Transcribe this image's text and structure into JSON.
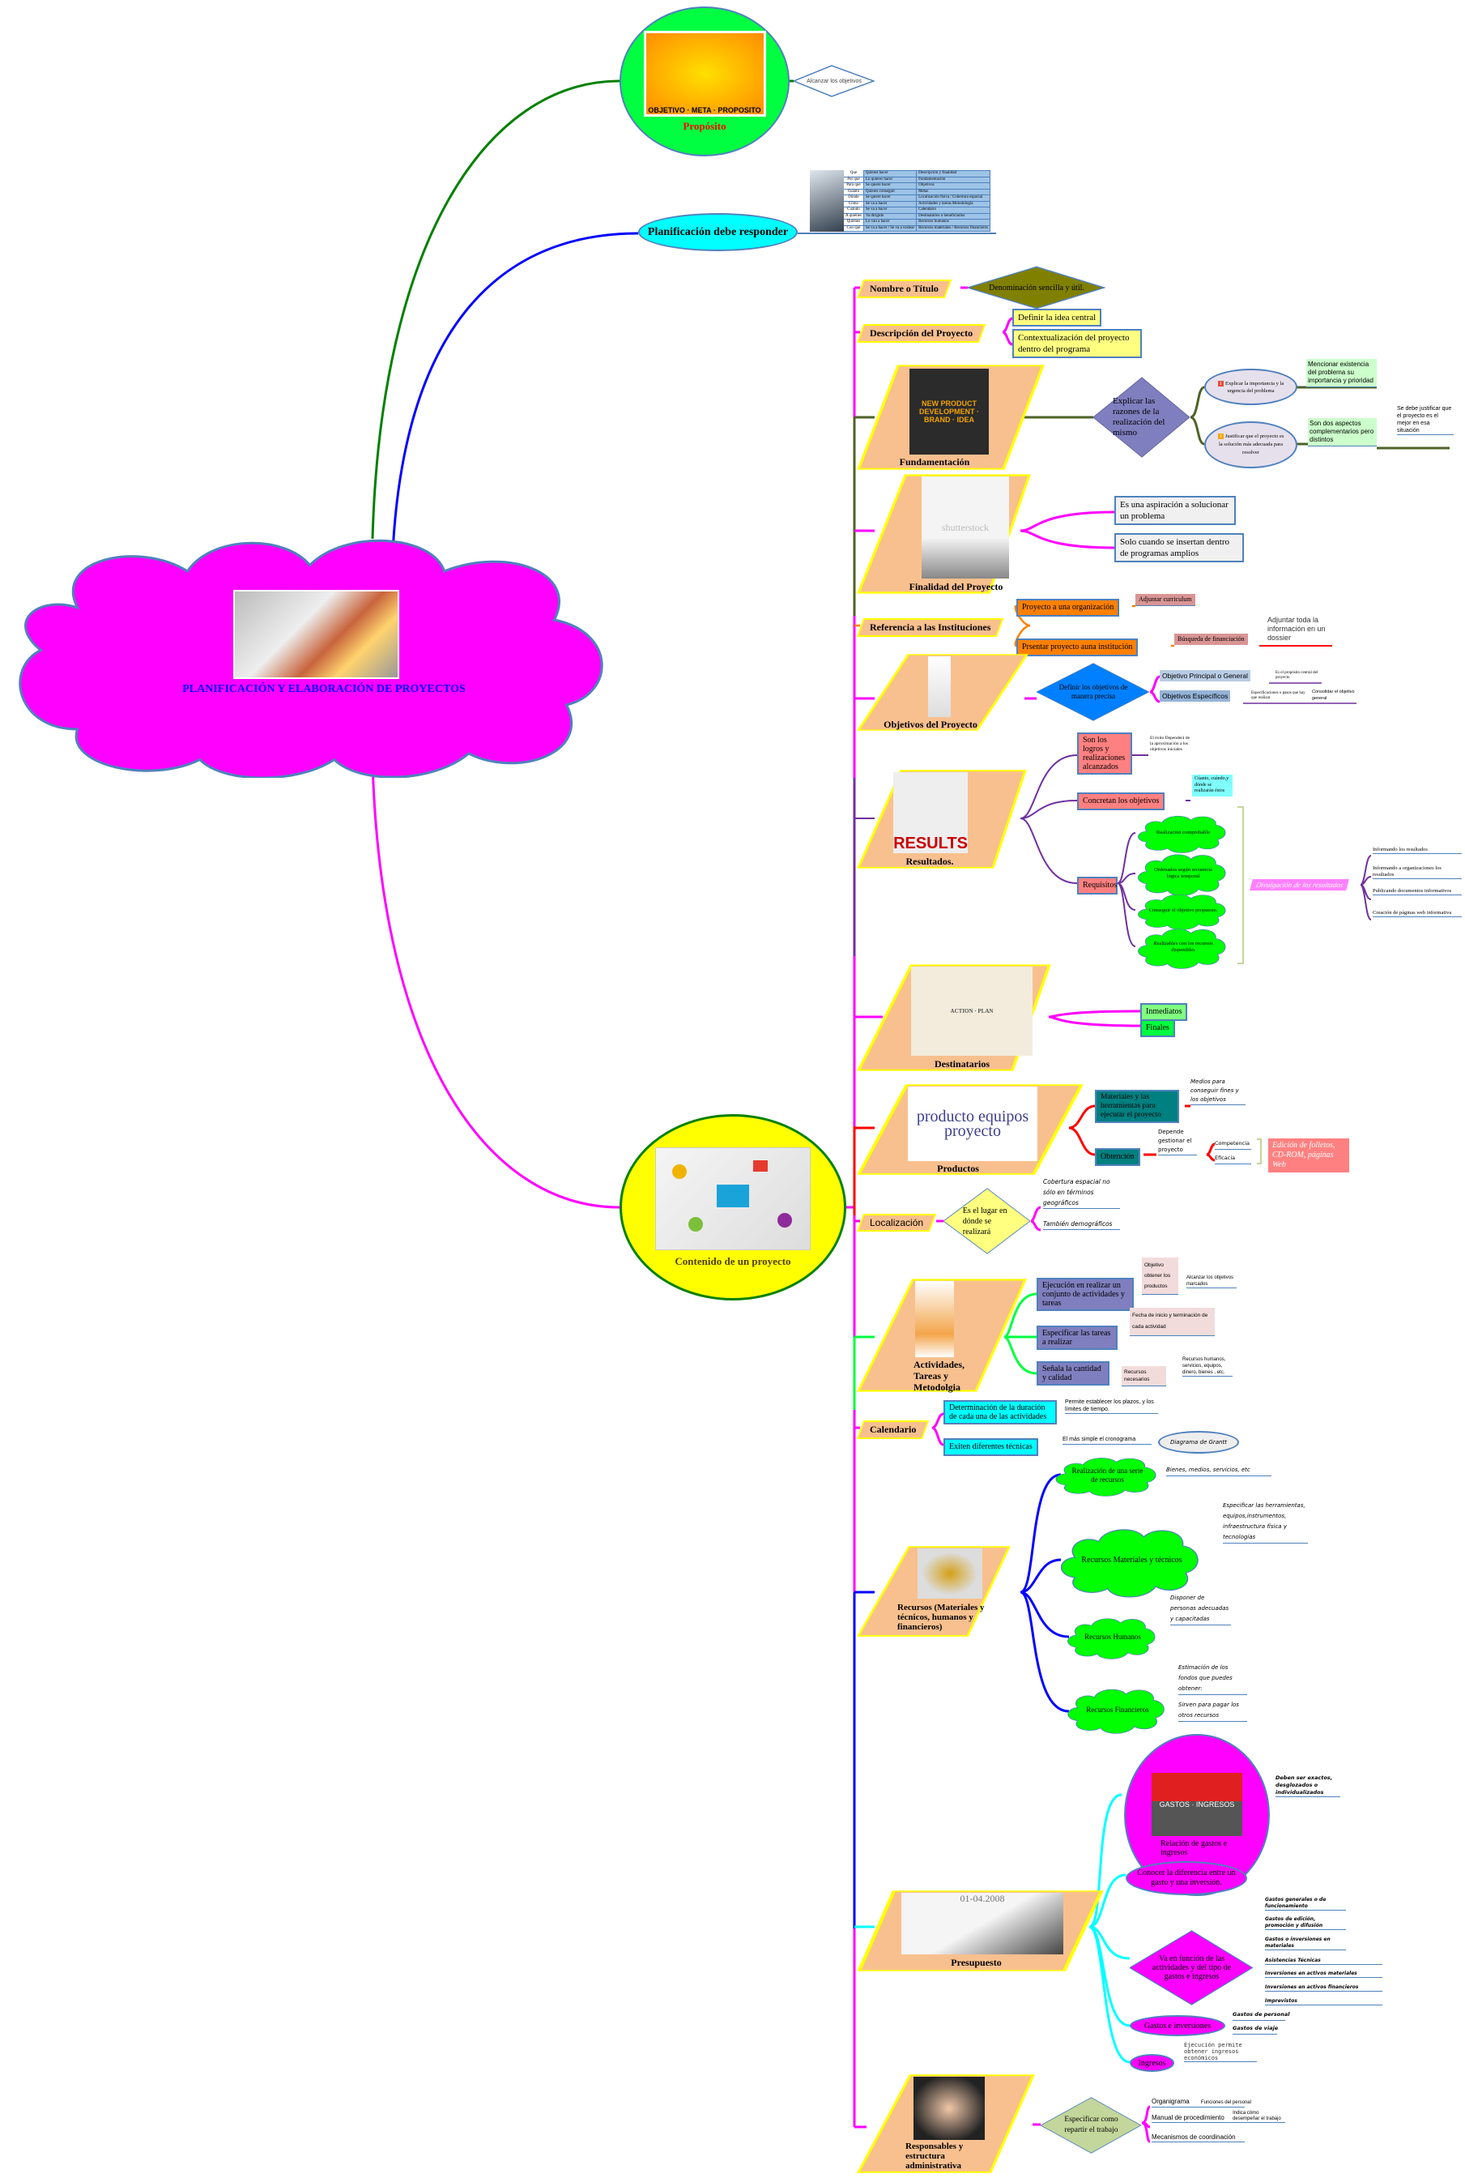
{
  "root": {
    "title": "PLANIFICACIÓN Y ELABORACIÓN DE PROYECTOS",
    "color": "#ff00ff",
    "title_color": "#0000ff"
  },
  "proposito": {
    "label": "Propósito",
    "image_text": "OBJETIVO · META · PROPOSITO",
    "child": "Alcanzar los objetivos",
    "color": "#00ff40"
  },
  "planificacion": {
    "label": "Planificación debe responder",
    "table": [
      [
        "Qué",
        "Quieres hacer",
        "Descripción y finalidad"
      ],
      [
        "Por qué",
        "Lo quieres hacer",
        "Fundamentación"
      ],
      [
        "Para qué",
        "Se quiere hacer",
        "Objetivos"
      ],
      [
        "Cuánto",
        "Quieres conseguir",
        "Metas"
      ],
      [
        "Dónde",
        "Se quiere hacer",
        "Localización física / Cobertura espacial"
      ],
      [
        "Cómo",
        "Se va a hacer",
        "Actividades y tareas Metodología"
      ],
      [
        "Cuándo",
        "Se va a hacer",
        "Calendario"
      ],
      [
        "A quiénes",
        "Va dirigido",
        "Destinatarios o beneficiarios"
      ],
      [
        "Quiénes",
        "Lo van a hacer",
        "Recursos humanos"
      ],
      [
        "Con qué",
        "Se va a hacer / Se va a costear",
        "Recursos materiales / Recursos financieros"
      ]
    ]
  },
  "contenido": {
    "label": "Contenido de un proyecto",
    "color": "#ffff00"
  },
  "nombre": {
    "label": "Nombre o Título",
    "child": "Denominación sencilla y útil."
  },
  "descripcion": {
    "label": "Descripción del Proyecto",
    "children": [
      "Definir la idea central",
      "Contextualización del proyecto dentro del programa"
    ]
  },
  "fundamentacion": {
    "label": "Fundamentación",
    "image_text": "NEW PRODUCT DEVELOPMENT · BRAND · IDEA",
    "diamond": "Explicar las razones de la realización del mismo",
    "items": [
      {
        "num": "1",
        "text": "Explicar la importancia y la urgencia del problema",
        "note": "Mencionar existencia del problema su importancia y prioridad"
      },
      {
        "num": "2",
        "text": "Justificar que el proyecto es la solución más adecuada para resolver",
        "note": "Son dos aspectos complementarios pero distintos",
        "subnote": "Se debe justificar que el proyecto es el mejor en esa situación"
      }
    ]
  },
  "finalidad": {
    "label": "Finalidad del Proyecto",
    "image_text": "shutterstock",
    "children": [
      "Es una aspiración a solucionar un problema",
      "Solo cuando se insertan dentro de programas amplios"
    ]
  },
  "referencia": {
    "label": "Referencia a las Instituciones",
    "children": [
      {
        "text": "Proyecto a una organización",
        "note": "Adjuntar curriculum"
      },
      {
        "text": "Prsentar proyecto auna institución",
        "note": "Búsqueda de financiación",
        "subnote": "Adjuntar toda la información en un dossier"
      }
    ]
  },
  "objetivos": {
    "label": "Objetivos del Proyecto",
    "diamond": "Definir los objetivos de manera precisa",
    "children": [
      {
        "text": "Objetivo Principal o General",
        "note": "Es el propósito central del proyecto"
      },
      {
        "text": "Objetivos Específicos",
        "note": "Especificaciones o pasos que hay que realizar",
        "subnote": "Consolidar el objetivo general"
      }
    ]
  },
  "resultados": {
    "label": "Resultados.",
    "image_text": "RESULTS",
    "logros": "Son los logros y realizaciones alcanzados",
    "logros_note": "El éxito Dependerá de la aproximación a los objetivos iniciales",
    "concretan": "Concretan los objetivos",
    "concretan_note": "Cúanto, cuándo,y dónde se realizarán éstos",
    "requisitos": "Requisitos",
    "requisitos_items": [
      "Realización comprobable",
      "Ordenados según secuencia lógica temporal",
      "Conseguir el objetivo propuesto.",
      "Realizables con los recursos disponibles"
    ],
    "divulgacion": "Divulgación de los resultados",
    "divulgacion_items": [
      "Informando los resultados",
      "Informando a organizaciones los resultados",
      "Publicando documentos informativos",
      "Creación de páginas web informativa"
    ]
  },
  "destinatarios": {
    "label": "Destinatarios",
    "image_text": "ACTION · PLAN",
    "children": [
      "Inmediatos",
      "Finales"
    ]
  },
  "productos": {
    "label": "Productos",
    "image_text": "producto equipos proyecto",
    "materiales": "Materiales y las herramientas para ejecutar el proyecto",
    "materiales_note": "Medios para conseguir fines y los objetivos",
    "obtencion": "Obtención",
    "obtencion_note": "Depende gestionar el proyecto",
    "criterios": [
      "Competencia",
      "Eficacia"
    ],
    "ejemplo": "Edición de folletos, CD-ROM, páginas Web"
  },
  "localizacion": {
    "label": "Localización",
    "diamond": "Es el lugar en dónde se realizará",
    "notes": [
      "Cobertura espacial no sólo en términos geográficos",
      "También demográficos"
    ]
  },
  "actividades": {
    "label": "Actividades, Tareas y Metodolgia",
    "children": [
      {
        "text": "Ejecución en realizar un conjunto de actividades y tareas",
        "note": "Objetivo obtener los productos",
        "subnote": "Alcanzar los objetivos marcados"
      },
      {
        "text": "Especificar las tareas a realizar",
        "note": "Fecha de inicio y terminación de cada actividad"
      },
      {
        "text": "Señala la cantidad y calidad",
        "note": "Recursos necesarios",
        "subnote": "Recursos humanos, servicios, equipos, dinero, bienes , etc."
      }
    ]
  },
  "calendario": {
    "label": "Calendario",
    "children": [
      {
        "text": "Determinación de la duración de cada una de las actividades",
        "note": "Permite establecer los plazos, y los límites de tiempo."
      },
      {
        "text": "Exiten diferentes técnicas",
        "note": "El más simple el cronograma",
        "subnote": "Diagrama de Grantt"
      }
    ]
  },
  "recursos": {
    "label": "Recursos (Materiales y técnicos, humanos y financieros)",
    "children": [
      {
        "text": "Realización de una serie de recursos",
        "notes": [
          "Bienes, medios, servicios, etc"
        ]
      },
      {
        "text": "Recursos Materiales y técnicos",
        "notes": [
          "Especificar las herramientas, equipos,instrumentos, infraestructura física y tecnologías"
        ]
      },
      {
        "text": "Recursos Humanos",
        "notes": [
          "Disponer de personas adecuadas y capacitadas"
        ]
      },
      {
        "text": "Recursos Financieros",
        "notes": [
          "Estimación de los fondos que puedes obtener:",
          "Sirven para pagar los otros recursos"
        ]
      }
    ]
  },
  "presupuesto": {
    "label": "Presupuesto",
    "image_text": "01-04.2008",
    "relacion": "Relación de gastos e ingresos",
    "relacion_image_text": "GASTOS · INGRESOS",
    "relacion_note": "Deben ser exactos, desglozados o individualizados",
    "diferencia": "Conocer la diferencia entre un gasto y una inversión.",
    "funcion": "Va en función de las actividades y del tipo de gastos e ingresos",
    "funcion_items": [
      "Gastos generales o de funcionamiento",
      "Gastos de edición, promoción y difusión",
      "Gastos o inversiones en materiales",
      "Asistencias Técnicas",
      "Inversiones en activos materiales",
      "Inversiones en activos financieros",
      "Imprevistos"
    ],
    "gastos": "Gastos e inversiones",
    "gastos_items": [
      "Gastos de personal",
      "Gastos de viaje"
    ],
    "ingresos": "Ingresos",
    "ingresos_note": "Ejecución permite obtener ingresos económicos"
  },
  "responsables": {
    "label": "Responsables y estructura administrativa",
    "diamond": "Especificar como repartir el trabajo",
    "children": [
      {
        "text": "Organigrama",
        "note": "Funciones del personal"
      },
      {
        "text": "Manual de procedimiento",
        "note": "Indica cómo desempeñar el trabajo"
      },
      {
        "text": "Mecanismos de coordinación"
      }
    ]
  }
}
